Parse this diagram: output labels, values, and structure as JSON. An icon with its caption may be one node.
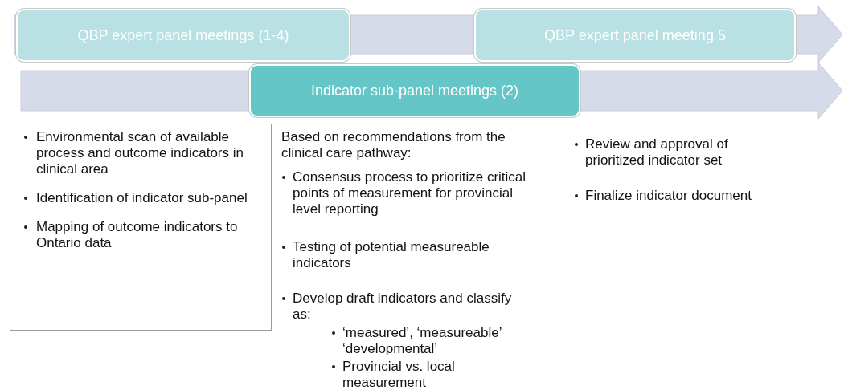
{
  "diagram": {
    "nodes": [
      {
        "text": [
          "QBP expert panel meetings (1-4)"
        ]
      },
      {
        "text": [
          "QBP expert panel meeting 5"
        ]
      },
      {
        "text": [
          "Indicator sub-panel meetings (2)"
        ]
      },
      {
        "text": [
          "Environmental scan of available process and outcome indicators in clinical area",
          "Identification of indicator sub-panel",
          "Mapping of outcome indicators to Ontario data"
        ]
      }
    ],
    "labels": [
      "Based on recommendations from the clinical care pathway:",
      "Consensus process to prioritize critical points of measurement for provincial level reporting",
      "Testing of potential measureable indicators",
      "Develop draft indicators and classify as:",
      "‘measured’, ‘measureable’ ‘developmental’",
      "Provincial vs. local measurement",
      "Review and approval of prioritized indicator set",
      "Finalize indicator document"
    ]
  }
}
